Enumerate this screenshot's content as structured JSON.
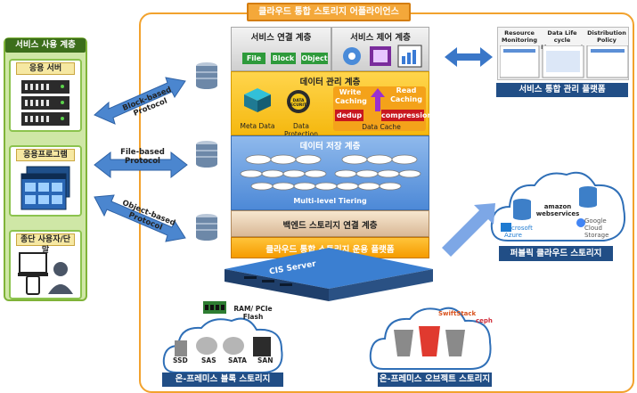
{
  "title": "클라우드 통합 스토리지 어플라이언스",
  "left": {
    "title": "서비스 사용 계층",
    "boxes": [
      "응용 서버",
      "응용프로그램",
      "종단 사용자/단말"
    ]
  },
  "protocols": [
    "Block-based Protocol",
    "File-based Protocol",
    "Object-based Protocol"
  ],
  "layers": {
    "service_connect": {
      "title": "서비스 연결 계층",
      "tags": [
        "File",
        "Block",
        "Object"
      ]
    },
    "service_control": {
      "title": "서비스 제어 계층"
    },
    "data_mgmt": {
      "title": "데이터 관리 계층",
      "items": [
        "Meta Data",
        "Data Protection",
        "Data Cache"
      ],
      "cache_tags": [
        "Write Caching",
        "Read Caching",
        "dedup",
        "compression"
      ],
      "security_badge": "DATA SECURITY"
    },
    "data_store": {
      "title": "데이터 저장 계층",
      "tiering": "Multi-level Tiering"
    },
    "backend": {
      "title": "백엔드 스토리지 연결 계층"
    },
    "operation": {
      "title": "클라우드 통합 스토리지 운용 플랫폼"
    }
  },
  "server": {
    "label": "CIS Server"
  },
  "right": {
    "mgmt_title": "서비스 통합 관리 플랫폼",
    "screens": [
      "Resource Monitoring",
      "Data Life cycle Management",
      "Distribution Policy"
    ]
  },
  "public_cloud": {
    "title": "퍼블릭 클라우드 스토리지",
    "providers": [
      "amazon webservices",
      "Microsoft Azure",
      "Google Cloud Storage"
    ]
  },
  "block_storage": {
    "title": "온-프레미스 블록 스토리지",
    "ram": "RAM/ PCIe Flash",
    "types": [
      "SSD",
      "SAS",
      "SATA",
      "SAN"
    ]
  },
  "object_storage": {
    "title": "온-프레미스 오브젝트 스토리지",
    "brands": [
      "SwiftStack",
      "ceph"
    ]
  },
  "colors": {
    "green": "#7fb338",
    "orange": "#f2a22d",
    "navy": "#214e86",
    "blue": "#4d89d7"
  }
}
